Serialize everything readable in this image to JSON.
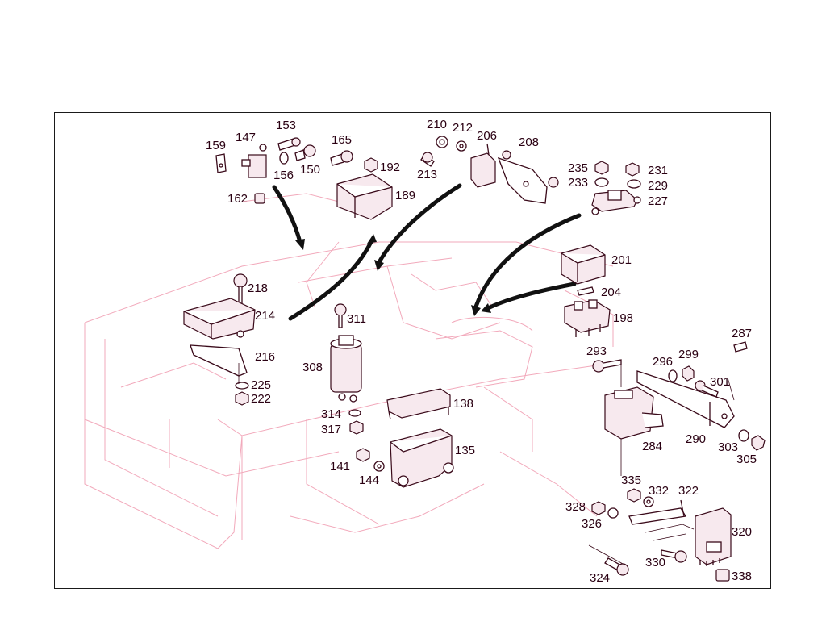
{
  "labels": {
    "l153": "153",
    "l147": "147",
    "l159": "159",
    "l156": "156",
    "l150": "150",
    "l162": "162",
    "l165": "165",
    "l192": "192",
    "l189": "189",
    "l210": "210",
    "l212": "212",
    "l206": "206",
    "l213": "213",
    "l208": "208",
    "l235": "235",
    "l233": "233",
    "l231": "231",
    "l229": "229",
    "l227": "227",
    "l201": "201",
    "l204": "204",
    "l198": "198",
    "l218": "218",
    "l214": "214",
    "l216": "216",
    "l225": "225",
    "l222": "222",
    "l311": "311",
    "l308": "308",
    "l314": "314",
    "l317": "317",
    "l138": "138",
    "l135": "135",
    "l141": "141",
    "l144": "144",
    "l287": "287",
    "l293": "293",
    "l296": "296",
    "l299": "299",
    "l301": "301",
    "l284": "284",
    "l290": "290",
    "l303": "303",
    "l305": "305",
    "l335": "335",
    "l332": "332",
    "l322": "322",
    "l328": "328",
    "l326": "326",
    "l320": "320",
    "l330": "330",
    "l324": "324",
    "l338": "338"
  },
  "colors": {
    "label_text": "#2a0012",
    "part_outline": "#3a0a1a",
    "ghost_outline": "#f2a9bb",
    "arrow": "#111111",
    "frame": "#1a1a1a"
  }
}
